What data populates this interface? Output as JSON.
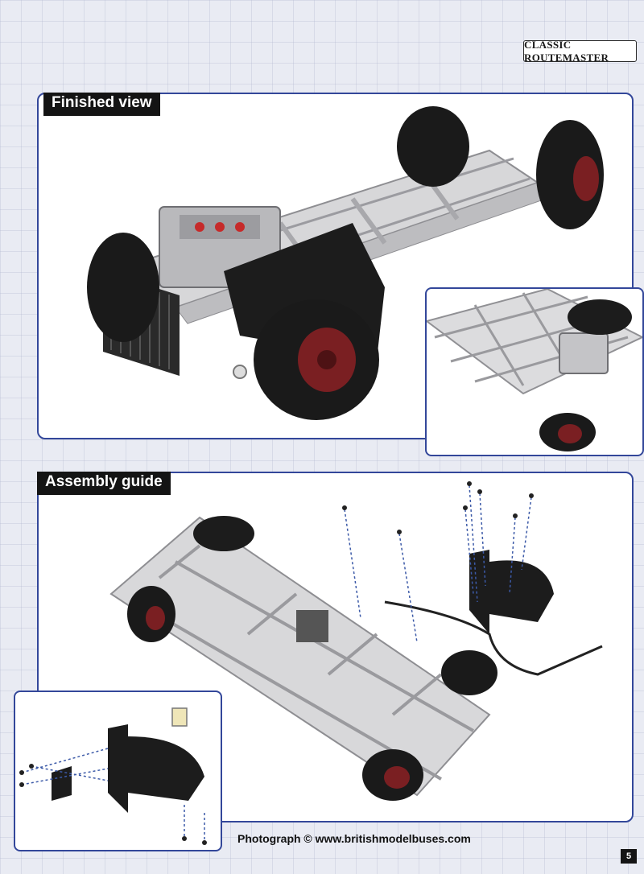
{
  "header": {
    "series": "CLASSIC ROUTEMASTER"
  },
  "finished_view": {
    "title": "Finished view"
  },
  "assembly_guide": {
    "title": "Assembly guide"
  },
  "footer": {
    "credit": "Photograph © www.britishmodelbuses.com",
    "page_number": "5"
  },
  "colors": {
    "panel_border": "#33479a",
    "label_bg": "#141414",
    "hub_red": "#7a1f22",
    "fender_black": "#1c1c1c"
  }
}
